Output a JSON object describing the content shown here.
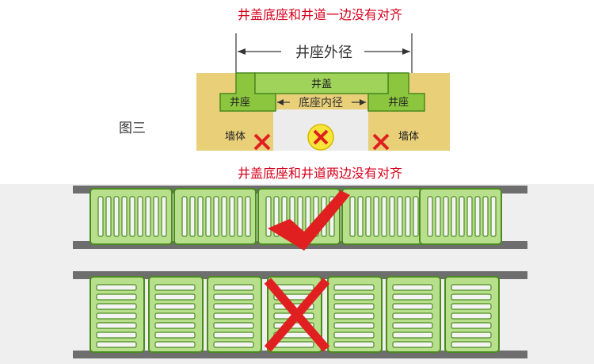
{
  "captions": {
    "top": "井盖底座和井道一边没有对齐",
    "middle": "井盖底座和井道两边没有对齐"
  },
  "figure_label": "图三",
  "cross_section": {
    "outer_diameter_label": "井座外径",
    "cover_label": "井盖",
    "left_seat_label": "井座",
    "right_seat_label": "井座",
    "inner_diameter_label": "底座内径",
    "left_wall_label": "墙体",
    "right_wall_label": "墙体"
  },
  "colors": {
    "caption_red": "#d6001c",
    "green_part": "#8cc63f",
    "green_border": "#4a8a1e",
    "grate_fill": "#b8e08c",
    "wall_yellow": "#e8cf78",
    "x_red": "#e02020",
    "rail_gray": "#606060"
  },
  "icons": {
    "good_mark": "check-icon",
    "bad_mark": "cross-icon"
  }
}
